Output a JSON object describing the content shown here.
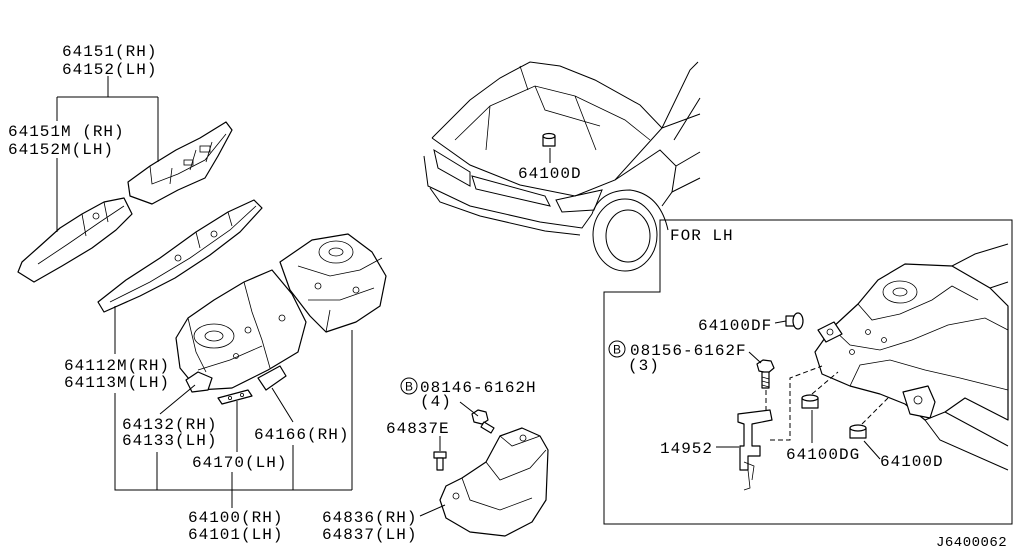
{
  "diagram": {
    "inset_title": "FOR LH",
    "drawing_number": "J6400062",
    "bolt_symbol": "B"
  },
  "callouts": {
    "c64151_rh": "64151(RH)",
    "c64152_lh": "64152(LH)",
    "c64151m_rh": "64151M (RH)",
    "c64152m_lh": "64152M(LH)",
    "c64100d_car": "64100D",
    "c64112m_rh": "64112M(RH)",
    "c64113m_lh": "64113M(LH)",
    "c64132_rh": "64132(RH)",
    "c64133_lh": "64133(LH)",
    "c64166_rh": "64166(RH)",
    "c64170_lh": "64170(LH)",
    "c64100_rh": "64100(RH)",
    "c64101_lh": "64101(LH)",
    "c08146": "08146-6162H",
    "c08146_qty": "(4)",
    "c64837e": "64837E",
    "c64836_rh": "64836(RH)",
    "c64837_lh": "64837(LH)",
    "c64100df": "64100DF",
    "c08156": "08156-6162F",
    "c08156_qty": "(3)",
    "c14952": "14952",
    "c64100dg": "64100DG",
    "c64100d_inset": "64100D"
  }
}
